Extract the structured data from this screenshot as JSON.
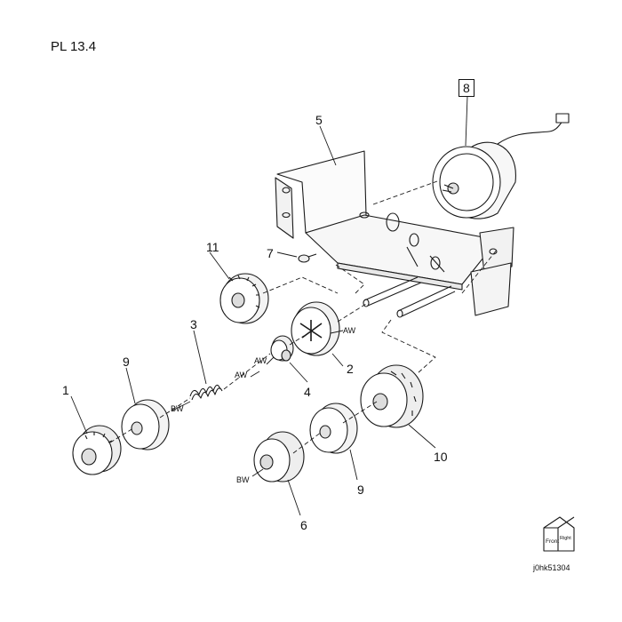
{
  "plate": {
    "title": "PL 13.4",
    "figure_id": "j0hk51304"
  },
  "callouts": {
    "c1": "1",
    "c2": "2",
    "c3": "3",
    "c4": "4",
    "c5": "5",
    "c6": "6",
    "c7": "7",
    "c8": "8",
    "c9a": "9",
    "c9b": "9",
    "c10": "10",
    "c11": "11"
  },
  "marks": {
    "aw1": "AW",
    "aw2": "AW",
    "aw3": "AW",
    "bw1": "BW",
    "bw2": "BW"
  },
  "orientation": {
    "front": "Front",
    "right": "Right"
  }
}
